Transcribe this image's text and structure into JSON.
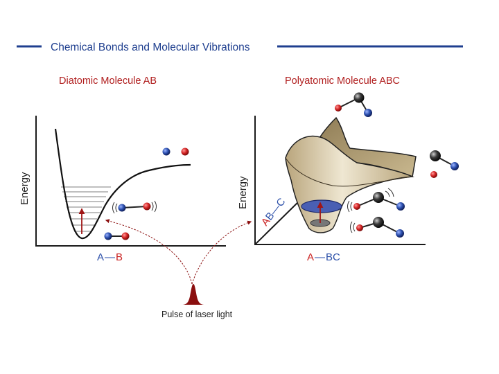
{
  "title": "Chemical Bonds and Molecular Vibrations",
  "left_panel": {
    "heading": "Diatomic Molecule  AB",
    "y_axis_label": "Energy",
    "x_axis_label": {
      "a": "A",
      "dash": "—",
      "b": "B"
    }
  },
  "right_panel": {
    "heading": "Polyatomic Molecule  ABC",
    "y_axis_label": "Energy",
    "axis_ab_c": "AB—C",
    "x_axis_label": {
      "a": "A",
      "dash": "—",
      "bc": "BC"
    }
  },
  "laser_label": "Pulse of laser light",
  "colors": {
    "title_line": "#1f3f8f",
    "heading": "#b01d1d",
    "atom_a": "#c91f1f",
    "atom_b": "#2a4ea8",
    "atom_c": "#2a2a2a",
    "surface": "#d8ccb0",
    "laser": "#8b0f0f",
    "axis": "#1a1a1a"
  }
}
